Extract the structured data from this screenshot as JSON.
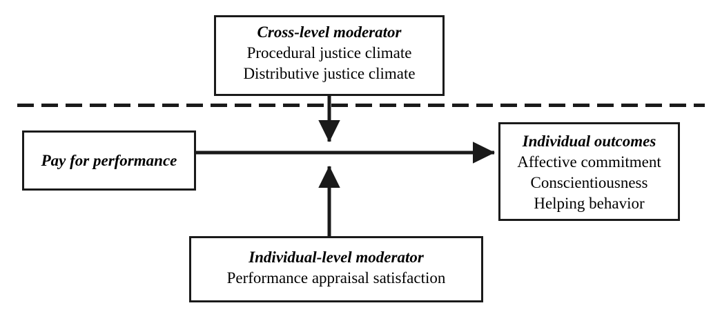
{
  "diagram": {
    "type": "conceptual-model",
    "title": "",
    "background_color": "#ffffff",
    "line_color": "#1a1a1a",
    "nodes": {
      "cross_level_moderator": {
        "title": "Cross-level moderator",
        "lines": [
          "Procedural justice climate",
          "Distributive justice climate"
        ]
      },
      "pay_for_performance": {
        "title": "Pay for performance",
        "lines": []
      },
      "individual_outcomes": {
        "title": "Individual outcomes",
        "lines": [
          "Affective commitment",
          "Conscientiousness",
          "Helping behavior"
        ]
      },
      "individual_level_moderator": {
        "title": "Individual-level moderator",
        "lines": [
          "Performance appraisal satisfaction"
        ]
      }
    },
    "divider": {
      "style": "dashed",
      "meaning": "level separator"
    },
    "connectors": [
      {
        "name": "pay-to-outcomes",
        "from": "pay_for_performance",
        "to": "individual_outcomes",
        "arrow": "single",
        "orientation": "horizontal"
      },
      {
        "name": "cross-level-moderation",
        "from": "cross_level_moderator",
        "to": "pay-to-outcomes",
        "arrow": "single",
        "orientation": "vertical-down"
      },
      {
        "name": "individual-level-moderation",
        "from": "individual_level_moderator",
        "to": "pay-to-outcomes",
        "arrow": "single",
        "orientation": "vertical-up"
      }
    ]
  }
}
